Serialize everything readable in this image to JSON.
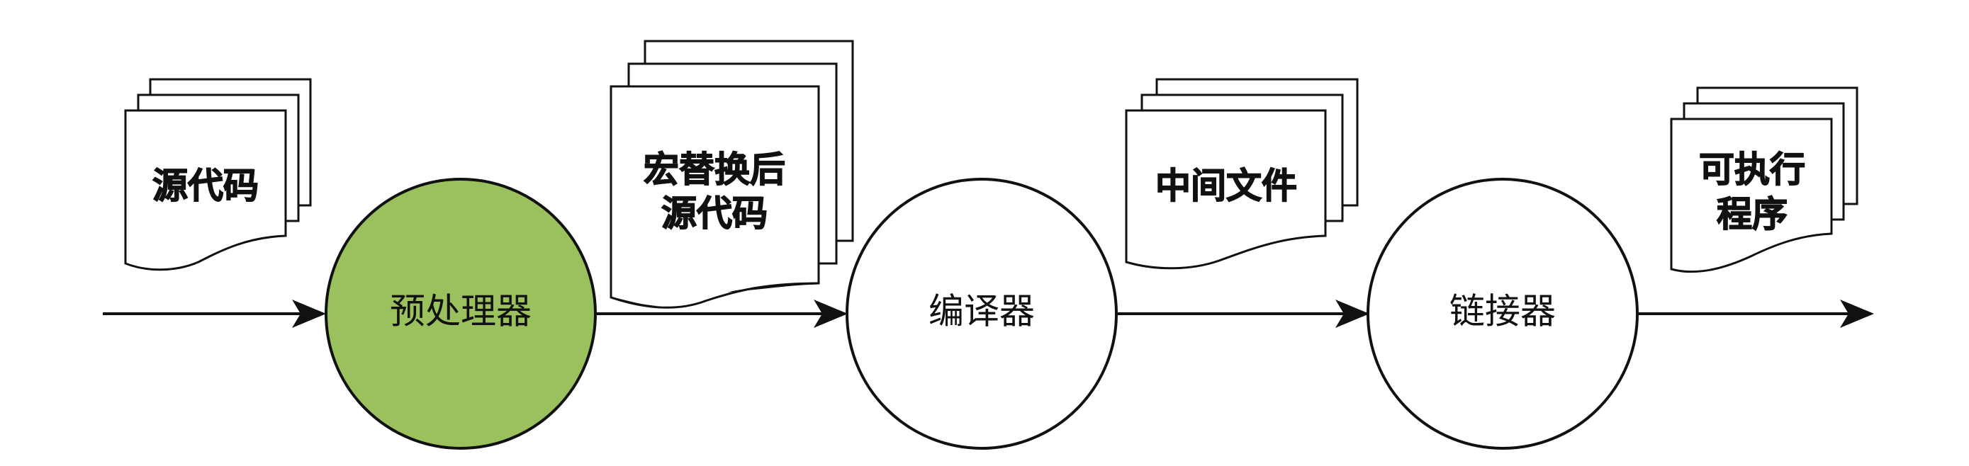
{
  "diagram": {
    "steps": [
      {
        "label": "预处理器",
        "fill": "#9bc15e"
      },
      {
        "label": "编译器",
        "fill": "#ffffff"
      },
      {
        "label": "链接器",
        "fill": "#ffffff"
      }
    ],
    "documents": [
      {
        "lines": [
          "源代码"
        ]
      },
      {
        "lines": [
          "宏替换后",
          "源代码"
        ]
      },
      {
        "lines": [
          "中间文件"
        ]
      },
      {
        "lines": [
          "可执行",
          "程序"
        ]
      }
    ],
    "colors": {
      "stroke": "#111111",
      "highlight": "#9bc15e",
      "background": "#ffffff",
      "text": "#111111"
    }
  }
}
